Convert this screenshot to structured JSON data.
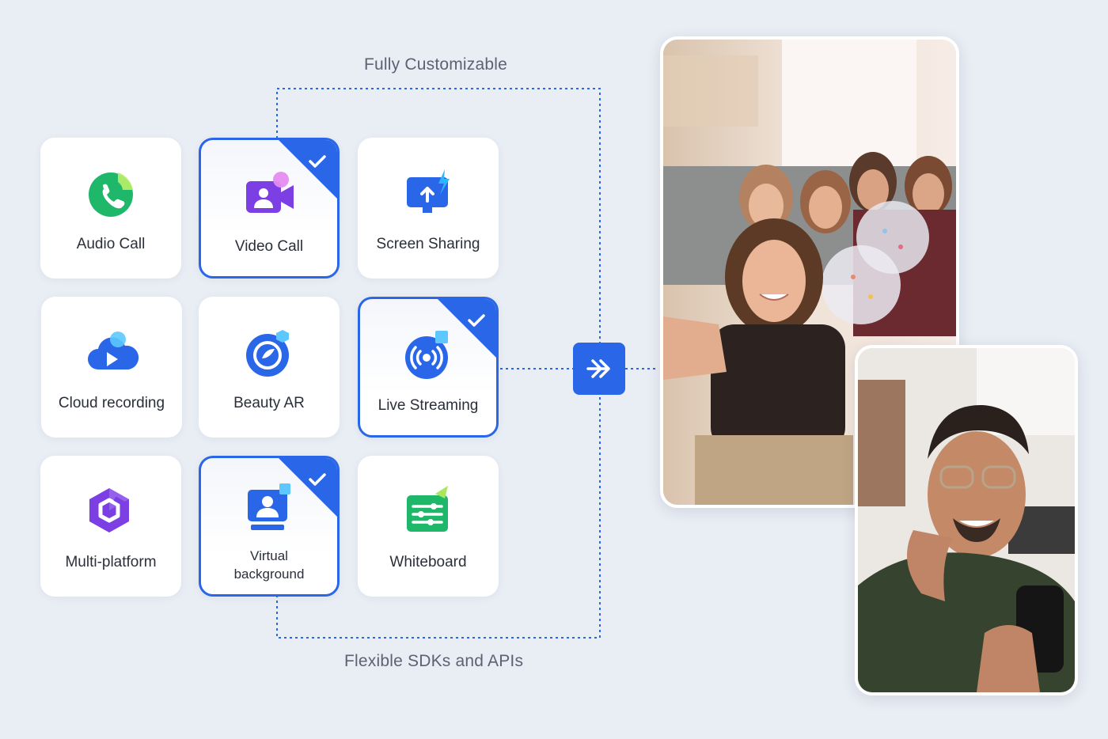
{
  "captions": {
    "top": "Fully Customizable",
    "bottom": "Flexible SDKs and APIs"
  },
  "features": [
    {
      "label": "Audio Call",
      "icon": "phone-icon",
      "selected": false
    },
    {
      "label": "Video Call",
      "icon": "video-camera-icon",
      "selected": true
    },
    {
      "label": "Screen Sharing",
      "icon": "screen-share-icon",
      "selected": false
    },
    {
      "label": "Cloud recording",
      "icon": "cloud-play-icon",
      "selected": false
    },
    {
      "label": "Beauty AR",
      "icon": "beauty-ar-icon",
      "selected": false
    },
    {
      "label": "Live Streaming",
      "icon": "broadcast-icon",
      "selected": true
    },
    {
      "label": "Multi-platform",
      "icon": "hexagon-icon",
      "selected": false
    },
    {
      "label": "Virtual background",
      "label_line1": "Virtual",
      "label_line2": "background",
      "icon": "virtual-background-icon",
      "selected": true
    },
    {
      "label": "Whiteboard",
      "icon": "whiteboard-icon",
      "selected": false
    }
  ],
  "colors": {
    "accent": "#2a67e8",
    "background": "#e9edf4",
    "green": "#1fb86a",
    "purple": "#7b3fe4"
  },
  "action": {
    "icon": "double-chevron-right-icon"
  },
  "photos": [
    {
      "name": "group-selfie-photo"
    },
    {
      "name": "man-video-call-photo"
    }
  ]
}
